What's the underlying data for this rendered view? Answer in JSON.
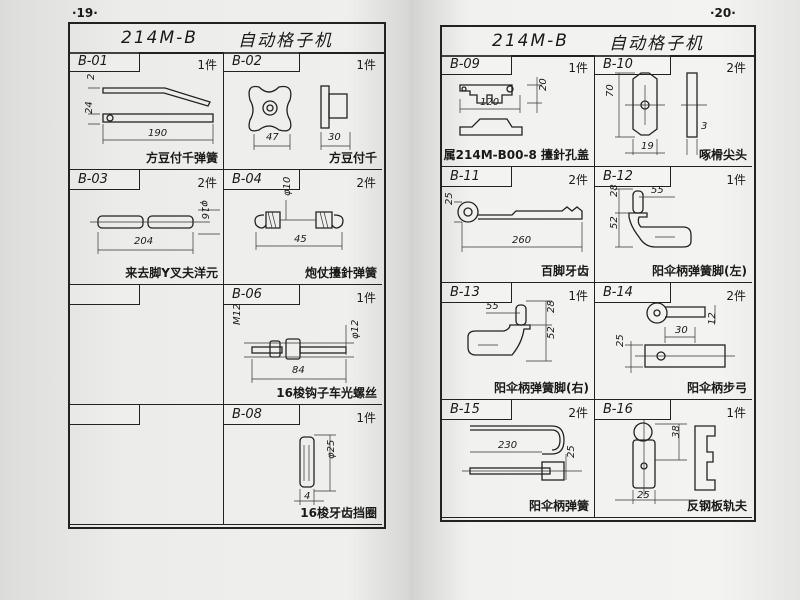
{
  "pages": [
    {
      "page_number": "·19·",
      "model": "214M-B",
      "machine": "自动格子机",
      "cells": [
        {
          "code": "B-01",
          "qty": "1件",
          "caption": "方豆付千弹簧",
          "dims": [
            "2",
            "24",
            "190"
          ]
        },
        {
          "code": "B-02",
          "qty": "1件",
          "caption": "方豆付千",
          "dims": [
            "47",
            "30"
          ]
        },
        {
          "code": "B-03",
          "qty": "2件",
          "caption": "来去脚Y叉夫洋元",
          "dims": [
            "φ16",
            "204"
          ]
        },
        {
          "code": "B-04",
          "qty": "2件",
          "caption": "炮仗擡針弹簧",
          "dims": [
            "φ10",
            "45"
          ]
        },
        {
          "code": "",
          "qty": "",
          "caption": "",
          "dims": []
        },
        {
          "code": "B-06",
          "qty": "1件",
          "caption": "16梭钩子车光螺丝",
          "dims": [
            "M12",
            "φ12",
            "84"
          ]
        },
        {
          "code": "",
          "qty": "",
          "caption": "",
          "dims": []
        },
        {
          "code": "B-08",
          "qty": "1件",
          "caption": "16梭牙齿挡圈",
          "dims": [
            "φ25",
            "4"
          ]
        }
      ]
    },
    {
      "page_number": "·20·",
      "model": "214M-B",
      "machine": "自动格子机",
      "cells": [
        {
          "code": "B-09",
          "qty": "1件",
          "caption": "属214M-B00-8 擡針孔盖",
          "dims": [
            "120",
            "20"
          ]
        },
        {
          "code": "B-10",
          "qty": "2件",
          "caption": "啄榾尖头",
          "dims": [
            "70",
            "19",
            "3"
          ]
        },
        {
          "code": "B-11",
          "qty": "2件",
          "caption": "百脚牙齿",
          "dims": [
            "25",
            "260"
          ]
        },
        {
          "code": "B-12",
          "qty": "1件",
          "caption": "阳伞柄弹簧脚(左)",
          "dims": [
            "55",
            "28",
            "52"
          ]
        },
        {
          "code": "B-13",
          "qty": "1件",
          "caption": "阳伞柄弹簧脚(右)",
          "dims": [
            "55",
            "28",
            "52"
          ]
        },
        {
          "code": "B-14",
          "qty": "2件",
          "caption": "阳伞柄步弓",
          "dims": [
            "12",
            "30",
            "25"
          ]
        },
        {
          "code": "B-15",
          "qty": "2件",
          "caption": "阳伞柄弹簧",
          "dims": [
            "230",
            "25"
          ]
        },
        {
          "code": "B-16",
          "qty": "1件",
          "caption": "反钢板轨夫",
          "dims": [
            "38",
            "25"
          ]
        }
      ]
    }
  ]
}
